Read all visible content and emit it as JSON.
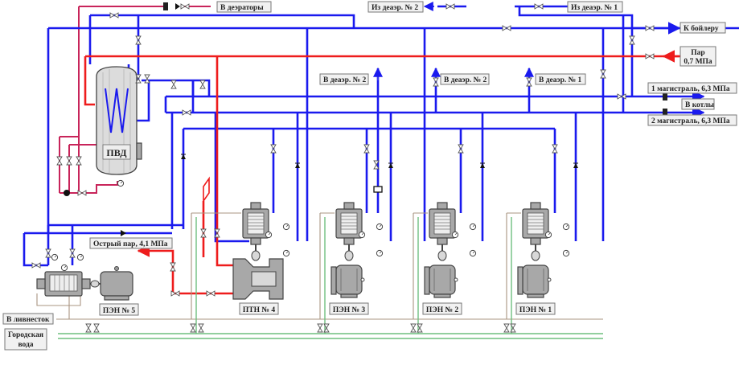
{
  "diagram": {
    "type": "process-flow-schematic",
    "subject": "Feed pump station with high-pressure heater"
  },
  "labels": {
    "to_deaerators": "В деэраторы",
    "from_deaerator_2": "Из деаэр. № 2",
    "from_deaerator_1": "Из деаэр. № 1",
    "to_boiler": "К бойлеру",
    "steam_line1": "Пар",
    "steam_line2": "0,7 МПа",
    "to_deaerator_2a": "В деаэр. № 2",
    "to_deaerator_2b": "В деаэр. № 2",
    "to_deaerator_1": "В деаэр. № 1",
    "main_1": "1 магистраль, 6,3 МПа",
    "to_boilers": "В котлы",
    "main_2": "2 магистраль, 6,3 МПа",
    "live_steam": "Острый пар, 4,1 МПа",
    "drain": "В ливнесток",
    "city_water_line1": "Городская",
    "city_water_line2": "вода",
    "hp_heater": "ПВД"
  },
  "equipment": [
    {
      "id": "pen5",
      "label": "ПЭН № 5"
    },
    {
      "id": "ptn4",
      "label": "ПТН № 4"
    },
    {
      "id": "pen3",
      "label": "ПЭН № 3"
    },
    {
      "id": "pen2",
      "label": "ПЭН № 2"
    },
    {
      "id": "pen1",
      "label": "ПЭН № 1"
    }
  ],
  "colors": {
    "feedwater": "#1a1aee",
    "steam": "#ee1c1c",
    "heater_drain": "#c8245a",
    "cooling_drain": "#a89480",
    "city_water": "#6fbf7f"
  }
}
